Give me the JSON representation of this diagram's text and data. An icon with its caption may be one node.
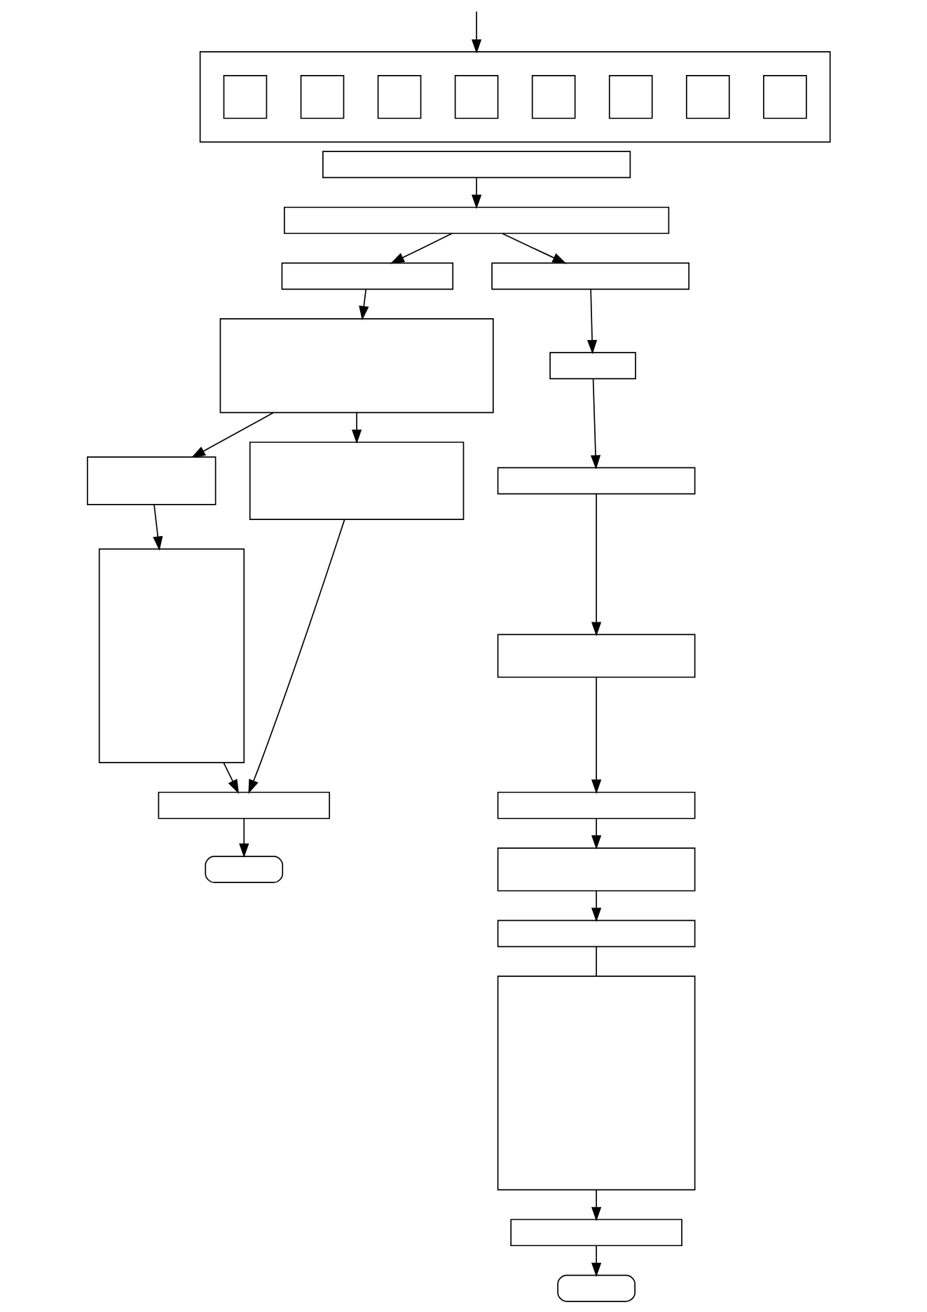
{
  "diagram": {
    "nodes": [
      {
        "text": [],
        "shape": "box"
      },
      {
        "text": [],
        "shape": "box",
        "in": 0
      },
      {
        "text": [],
        "shape": "box",
        "in": 0
      },
      {
        "text": [],
        "shape": "box",
        "in": 0
      },
      {
        "text": [],
        "shape": "box",
        "in": 0
      },
      {
        "text": [],
        "shape": "box",
        "in": 0
      },
      {
        "text": [],
        "shape": "box",
        "in": 0
      },
      {
        "text": [],
        "shape": "box",
        "in": 0
      },
      {
        "text": [],
        "shape": "box",
        "in": 0
      },
      {
        "text": [],
        "shape": "box"
      },
      {
        "text": [],
        "shape": "box"
      },
      {
        "text": [],
        "shape": "box"
      },
      {
        "text": [],
        "shape": "box"
      },
      {
        "text": [],
        "shape": "box"
      },
      {
        "text": [],
        "shape": "box"
      },
      {
        "text": [],
        "shape": "box"
      },
      {
        "text": [],
        "shape": "box"
      },
      {
        "text": [],
        "shape": "box"
      },
      {
        "text": [],
        "shape": "box"
      },
      {
        "text": [],
        "shape": "box"
      },
      {
        "text": [],
        "shape": "box"
      },
      {
        "text": [],
        "shape": "box"
      },
      {
        "text": [],
        "shape": "box"
      },
      {
        "text": [],
        "shape": "box"
      },
      {
        "text": [],
        "shape": "box"
      },
      {
        "text": [],
        "shape": "box"
      },
      {
        "text": [],
        "shape": "oval"
      },
      {
        "text": [],
        "shape": "oval"
      }
    ],
    "edges": [
      {
        "from": null,
        "to": 0,
        "arrow": "to"
      },
      {
        "from": 9,
        "to": 10,
        "arrow": "to"
      },
      {
        "from": 10,
        "to": 11,
        "arrow": "to"
      },
      {
        "from": 10,
        "to": 12,
        "arrow": "to"
      },
      {
        "from": 11,
        "to": 13,
        "arrow": "to"
      },
      {
        "from": 13,
        "to": 16,
        "arrow": "to"
      },
      {
        "from": 13,
        "to": 19,
        "arrow": "to"
      },
      {
        "from": 16,
        "to": 18,
        "arrow": "to"
      },
      {
        "from": 18,
        "to": 24,
        "arrow": "to"
      },
      {
        "from": 19,
        "to": 24,
        "arrow": "to"
      },
      {
        "from": 24,
        "to": 26,
        "arrow": "to"
      },
      {
        "from": 12,
        "to": 14,
        "arrow": "to"
      },
      {
        "from": 14,
        "to": 15,
        "arrow": "to"
      },
      {
        "from": 15,
        "to": 17,
        "arrow": "to"
      },
      {
        "from": 17,
        "to": 20,
        "arrow": "to"
      },
      {
        "from": 20,
        "to": 21,
        "arrow": "to"
      },
      {
        "from": 21,
        "to": 22,
        "arrow": "to"
      },
      {
        "from": 22,
        "to": 23,
        "arrow": "none"
      },
      {
        "from": 23,
        "to": 25,
        "arrow": "to"
      },
      {
        "from": 25,
        "to": 27,
        "arrow": "to"
      }
    ]
  }
}
